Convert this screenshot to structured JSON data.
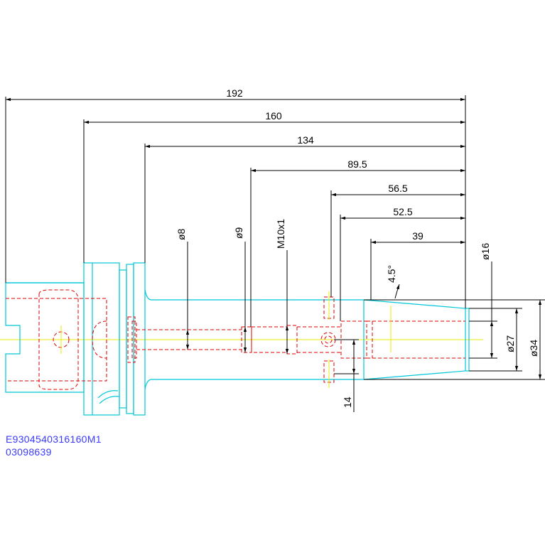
{
  "drawing": {
    "part_code": "E9304540316160M1",
    "order_number": "03098639",
    "colors": {
      "outline": "#00c8d8",
      "hidden": "#e00000",
      "centerline": "#e8e800",
      "dimension": "#000000",
      "code_text": "#3a3aff"
    },
    "length_dimensions": [
      "192",
      "160",
      "134",
      "89.5",
      "56.5",
      "52.5",
      "39"
    ],
    "diameter_dimensions": {
      "bore_small": "ø8",
      "bore_mid": "ø9",
      "thread": "M10x1",
      "tip": "ø16",
      "nose_inner": "ø27",
      "nose_outer": "ø34"
    },
    "angle": "4.5°",
    "pin_offset": "14"
  }
}
